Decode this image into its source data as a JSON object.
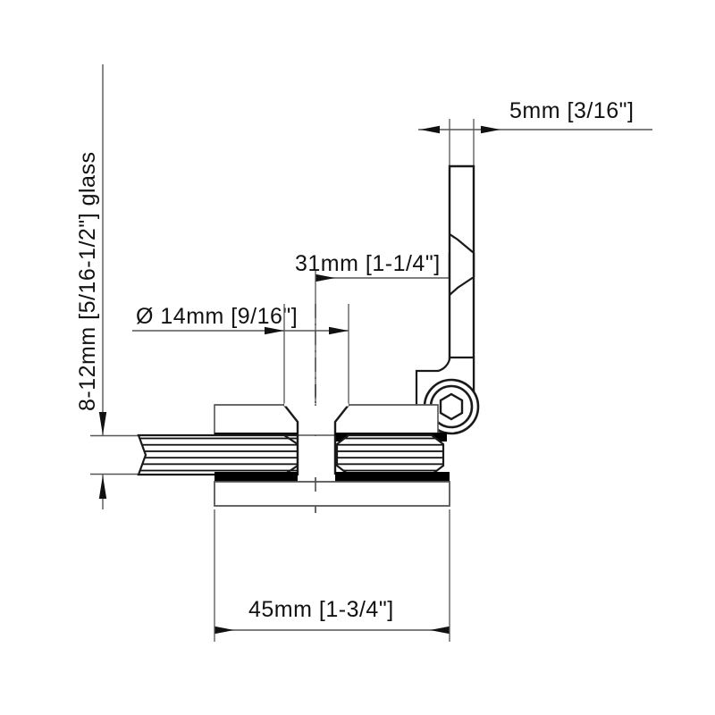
{
  "drawing": {
    "type": "engineering-cross-section",
    "subject": "glass-clamp-hinge",
    "background_color": "#ffffff",
    "line_color": "#1a1a1a",
    "thin_line_color": "#555555",
    "fill_solid_color": "#000000",
    "dimensions": {
      "glass_thickness": {
        "label": "8-12mm [5/16-1/2\"] glass",
        "metric": "8-12mm",
        "imperial": "[5/16-1/2\"]",
        "note": "glass",
        "orientation": "vertical-rotated",
        "position": "left"
      },
      "bore_diameter": {
        "label": "Ø 14mm [9/16\"]",
        "symbol": "Ø",
        "metric": "14mm",
        "imperial": "[9/16\"]",
        "orientation": "horizontal",
        "position": "center-left"
      },
      "arm_offset": {
        "label": "31mm [1-1/4\"]",
        "metric": "31mm",
        "imperial": "[1-1/4\"]",
        "orientation": "horizontal",
        "position": "center-right"
      },
      "arm_thickness": {
        "label": "5mm [3/16\"]",
        "metric": "5mm",
        "imperial": "[3/16\"]",
        "orientation": "horizontal",
        "position": "top-right"
      },
      "body_width": {
        "label": "45mm [1-3/4\"]",
        "metric": "45mm",
        "imperial": "[1-3/4\"]",
        "orientation": "horizontal",
        "position": "bottom"
      }
    },
    "components": {
      "upper_body": "clamp-upper-body",
      "lower_plate": "clamp-lower-plate",
      "glass_panel": "glass-panel-hatched",
      "gasket_upper": "gasket-upper-black",
      "gasket_lower": "gasket-lower-black",
      "washer_left": "washer-left-hatched",
      "washer_right": "washer-right-hatched",
      "countersunk_bore": "countersunk-bore",
      "hinge_arm": "hinge-vertical-arm",
      "pivot_boss": "pivot-boss",
      "hex_socket_screw": "hex-socket-screw",
      "break_line": "arm-break-line",
      "center_axis": "center-axis-dashdot"
    }
  }
}
